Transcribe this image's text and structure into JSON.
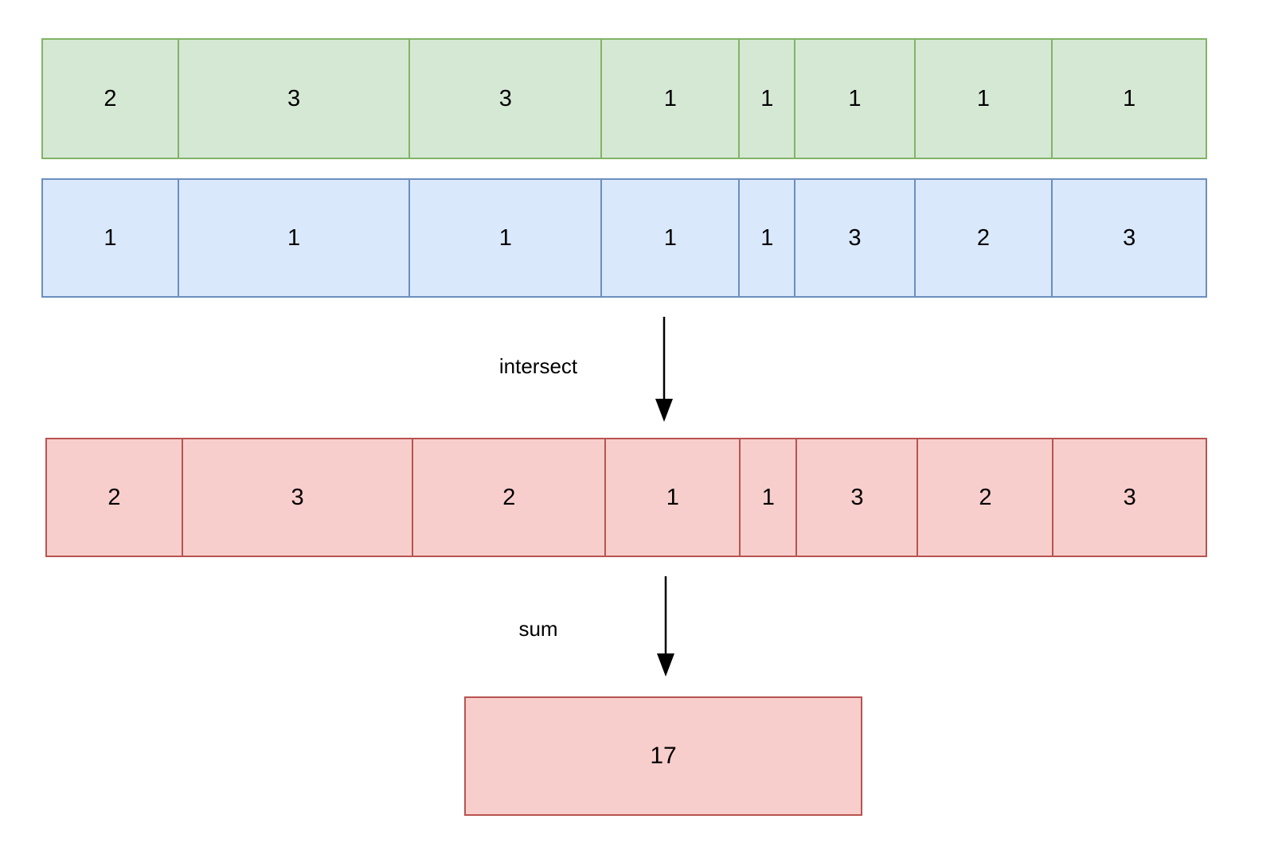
{
  "rows": {
    "green": {
      "name": "input-array-top",
      "fill": "#d5e8d4",
      "border": "#82b366",
      "cells": [
        "2",
        "3",
        "3",
        "1",
        "1",
        "1",
        "1",
        "1"
      ],
      "widths": [
        171,
        292,
        242,
        173,
        69,
        150,
        173,
        194
      ]
    },
    "blue": {
      "name": "input-array-bottom",
      "fill": "#dae8fc",
      "border": "#6c8ebf",
      "cells": [
        "1",
        "1",
        "1",
        "1",
        "1",
        "3",
        "2",
        "3"
      ],
      "widths": [
        171,
        292,
        242,
        173,
        69,
        150,
        173,
        194
      ]
    },
    "red": {
      "name": "intersect-result-array",
      "fill": "#f8cecc",
      "border": "#b85450",
      "cells": [
        "2",
        "3",
        "2",
        "1",
        "1",
        "3",
        "2",
        "3"
      ],
      "widths": [
        171,
        291,
        243,
        169,
        70,
        152,
        170,
        193
      ]
    }
  },
  "arrows": [
    {
      "label": "intersect"
    },
    {
      "label": "sum"
    }
  ],
  "result": {
    "value": "17",
    "fill": "#f8cecc",
    "border": "#b85450"
  },
  "colors": {
    "arrow": "#000000",
    "text": "#000000",
    "background": "#ffffff"
  }
}
